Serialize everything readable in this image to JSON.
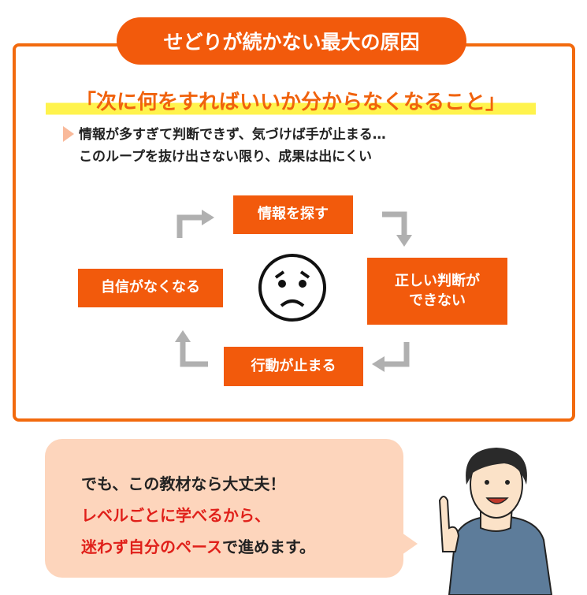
{
  "title": "せどりが続かない最大の原因",
  "headline": "「次に何をすればいいか分からなくなること」",
  "description": [
    "情報が多すぎて判断できず、気づけば手が止まる…",
    "このループを抜け出さない限り、成果は出にくい"
  ],
  "cycle": {
    "step1": "情報を探す",
    "step2_line1": "正しい判断が",
    "step2_line2": "できない",
    "step3": "行動が止まる",
    "step4": "自信がなくなる",
    "center_icon": "worried-face-icon"
  },
  "bubble": {
    "line1": "でも、この教材なら大丈夫！",
    "line2": "レベルごとに学べるから、",
    "line3_red": "迷わず自分のペース",
    "line3_black": "で進めます。"
  },
  "colors": {
    "accent": "#f25a0c",
    "highlight": "#fff34d",
    "bubble": "#fdd5bc",
    "red": "#e0201a"
  }
}
